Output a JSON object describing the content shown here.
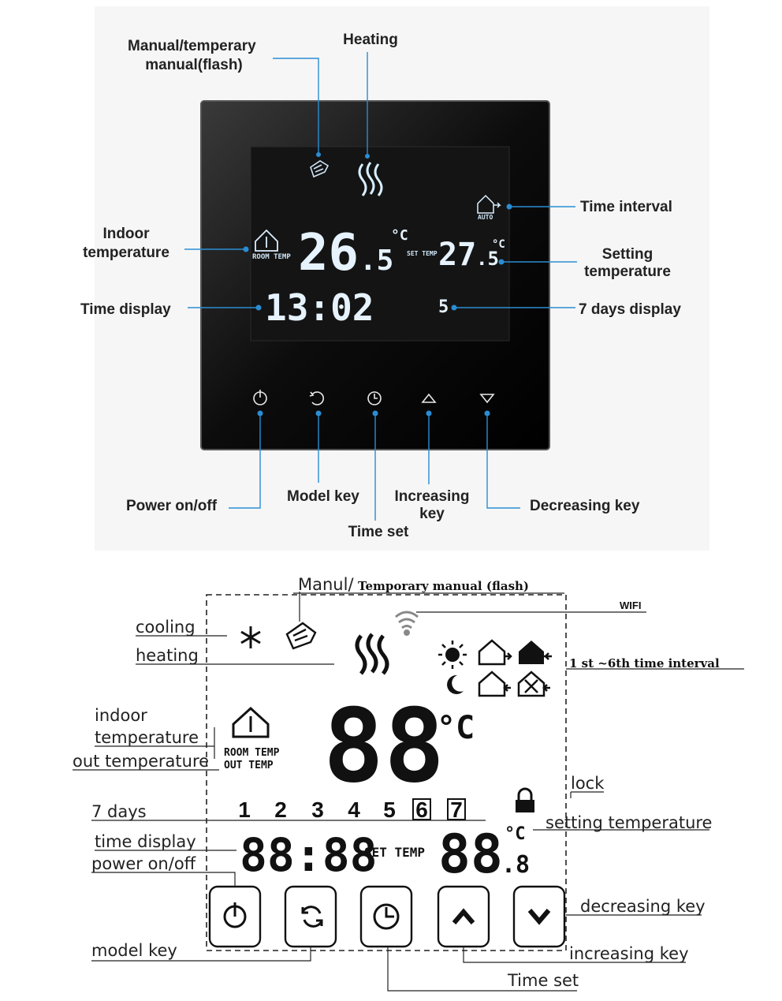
{
  "top": {
    "labels": {
      "manual": "Manual/temperary\nmanual(flash)",
      "heating": "Heating",
      "time_interval": "Time interval",
      "indoor": "Indoor\ntemperature",
      "setting": "Setting\ntemperature",
      "time_display": "Time display",
      "seven_days": "7 days display",
      "power": "Power on/off",
      "model": "Model key",
      "increasing": "Increasing\nkey",
      "time_set": "Time set",
      "decreasing": "Decreasing key"
    },
    "screen": {
      "room_temp": "ROOM TEMP",
      "temp_main": "26",
      "temp_dec": ".5",
      "unit": "°C",
      "set_temp_label": "SET TEMP",
      "set_main": "27",
      "set_dec": ".5",
      "time": "13:02",
      "day": "5",
      "auto": "AUTO"
    },
    "keys": [
      "power-icon",
      "mode-icon",
      "clock-icon",
      "up-arrow-icon",
      "down-arrow-icon"
    ]
  },
  "bottom": {
    "labels": {
      "manual_a": "Manul/",
      "manual_b": "Temporary manual (flash)",
      "wifi": "WIFI",
      "cooling": "cooling",
      "heating": "heating",
      "interval": "1 st ~6th time interval",
      "indoor_a": "indoor",
      "indoor_b": "temperature",
      "out": "out temperature",
      "lock": "lock",
      "seven_days": "7 days",
      "setting": "setting temperature",
      "time_display": "time display",
      "power": "power on/off",
      "decreasing": "decreasing key",
      "model": "model key",
      "increasing": "increasing key",
      "time_set": "Time set"
    },
    "screen": {
      "room_temp": "ROOM TEMP",
      "out_temp": "OUT TEMP",
      "big": "88",
      "unit": "°C",
      "days": [
        "1",
        "2",
        "3",
        "4",
        "5",
        "6",
        "7"
      ],
      "time": "88:88",
      "set_temp_label": "SET TEMP",
      "set_big": "88",
      "set_dec": ".8",
      "set_unit": "°C"
    }
  }
}
